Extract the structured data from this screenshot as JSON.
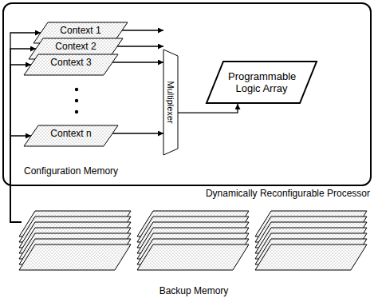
{
  "diagram": {
    "nodes": [
      {
        "text": [
          "Dynamically Reconfigurable Processor"
        ]
      },
      {
        "text": [
          "Context 1"
        ],
        "in": 0
      },
      {
        "text": [
          "Context 2"
        ],
        "in": 0
      },
      {
        "text": [
          "Context 3"
        ],
        "in": 0
      },
      {
        "text": [
          "Context n"
        ],
        "in": 0
      },
      {
        "text": [
          "Multiplexer"
        ],
        "in": 0
      },
      {
        "text": [
          "Programmable Logic Array"
        ],
        "in": 0
      },
      {
        "text": [
          "Backup Memory"
        ]
      }
    ],
    "edges": [
      {
        "from": 1,
        "to": 5,
        "arrow": "to"
      },
      {
        "from": 2,
        "to": 5,
        "arrow": "to"
      },
      {
        "from": 3,
        "to": 5,
        "arrow": "to"
      },
      {
        "from": 4,
        "to": 5,
        "arrow": "to"
      },
      {
        "from": 5,
        "to": 6,
        "arrow": "to"
      },
      {
        "from": 7,
        "to": 1,
        "arrow": "to"
      },
      {
        "from": 7,
        "to": 2,
        "arrow": "to"
      },
      {
        "from": 7,
        "to": 3,
        "arrow": "to"
      },
      {
        "from": 7,
        "to": 4,
        "arrow": "to"
      }
    ],
    "labels": [
      "Configuration Memory"
    ]
  }
}
